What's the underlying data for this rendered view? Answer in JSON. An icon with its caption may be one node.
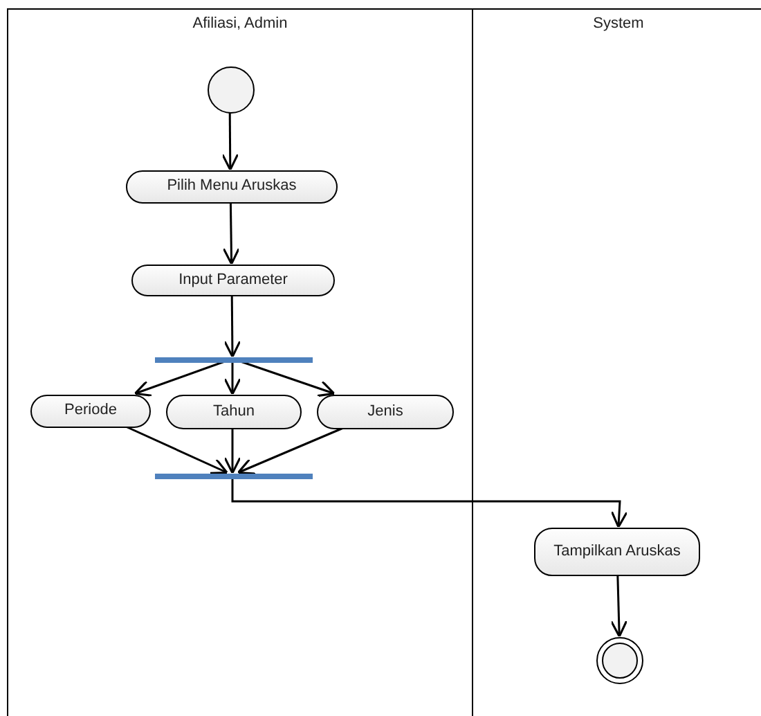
{
  "diagram": {
    "nodes": [
      {
        "text": [
          "Afiliasi, Admin"
        ]
      },
      {
        "text": [
          "System"
        ]
      },
      {
        "text": [],
        "shape": "circle",
        "in": 0
      },
      {
        "text": [
          "Pilih Menu Aruskas"
        ],
        "in": 0
      },
      {
        "text": [
          "Input Parameter"
        ],
        "in": 0
      },
      {
        "text": [],
        "shape": "bar",
        "in": 0
      },
      {
        "text": [
          "Periode"
        ],
        "in": 0
      },
      {
        "text": [
          "Tahun"
        ],
        "in": 0
      },
      {
        "text": [
          "Jenis"
        ],
        "in": 0
      },
      {
        "text": [],
        "shape": "bar",
        "in": 0
      },
      {
        "text": [
          "Tampilkan Aruskas"
        ],
        "in": 1
      },
      {
        "text": [],
        "shape": "bullseye",
        "in": 1
      }
    ],
    "edges": [
      {
        "from": 2,
        "to": 3,
        "arrow": "to"
      },
      {
        "from": 3,
        "to": 4,
        "arrow": "to"
      },
      {
        "from": 4,
        "to": 5,
        "arrow": "to"
      },
      {
        "from": 5,
        "to": 6,
        "arrow": "to"
      },
      {
        "from": 5,
        "to": 7,
        "arrow": "to"
      },
      {
        "from": 5,
        "to": 8,
        "arrow": "to"
      },
      {
        "from": 6,
        "to": 9,
        "arrow": "to"
      },
      {
        "from": 7,
        "to": 9,
        "arrow": "to"
      },
      {
        "from": 8,
        "to": 9,
        "arrow": "to"
      },
      {
        "from": 9,
        "to": 10,
        "arrow": "to"
      },
      {
        "from": 10,
        "to": 11,
        "arrow": "to"
      }
    ]
  }
}
